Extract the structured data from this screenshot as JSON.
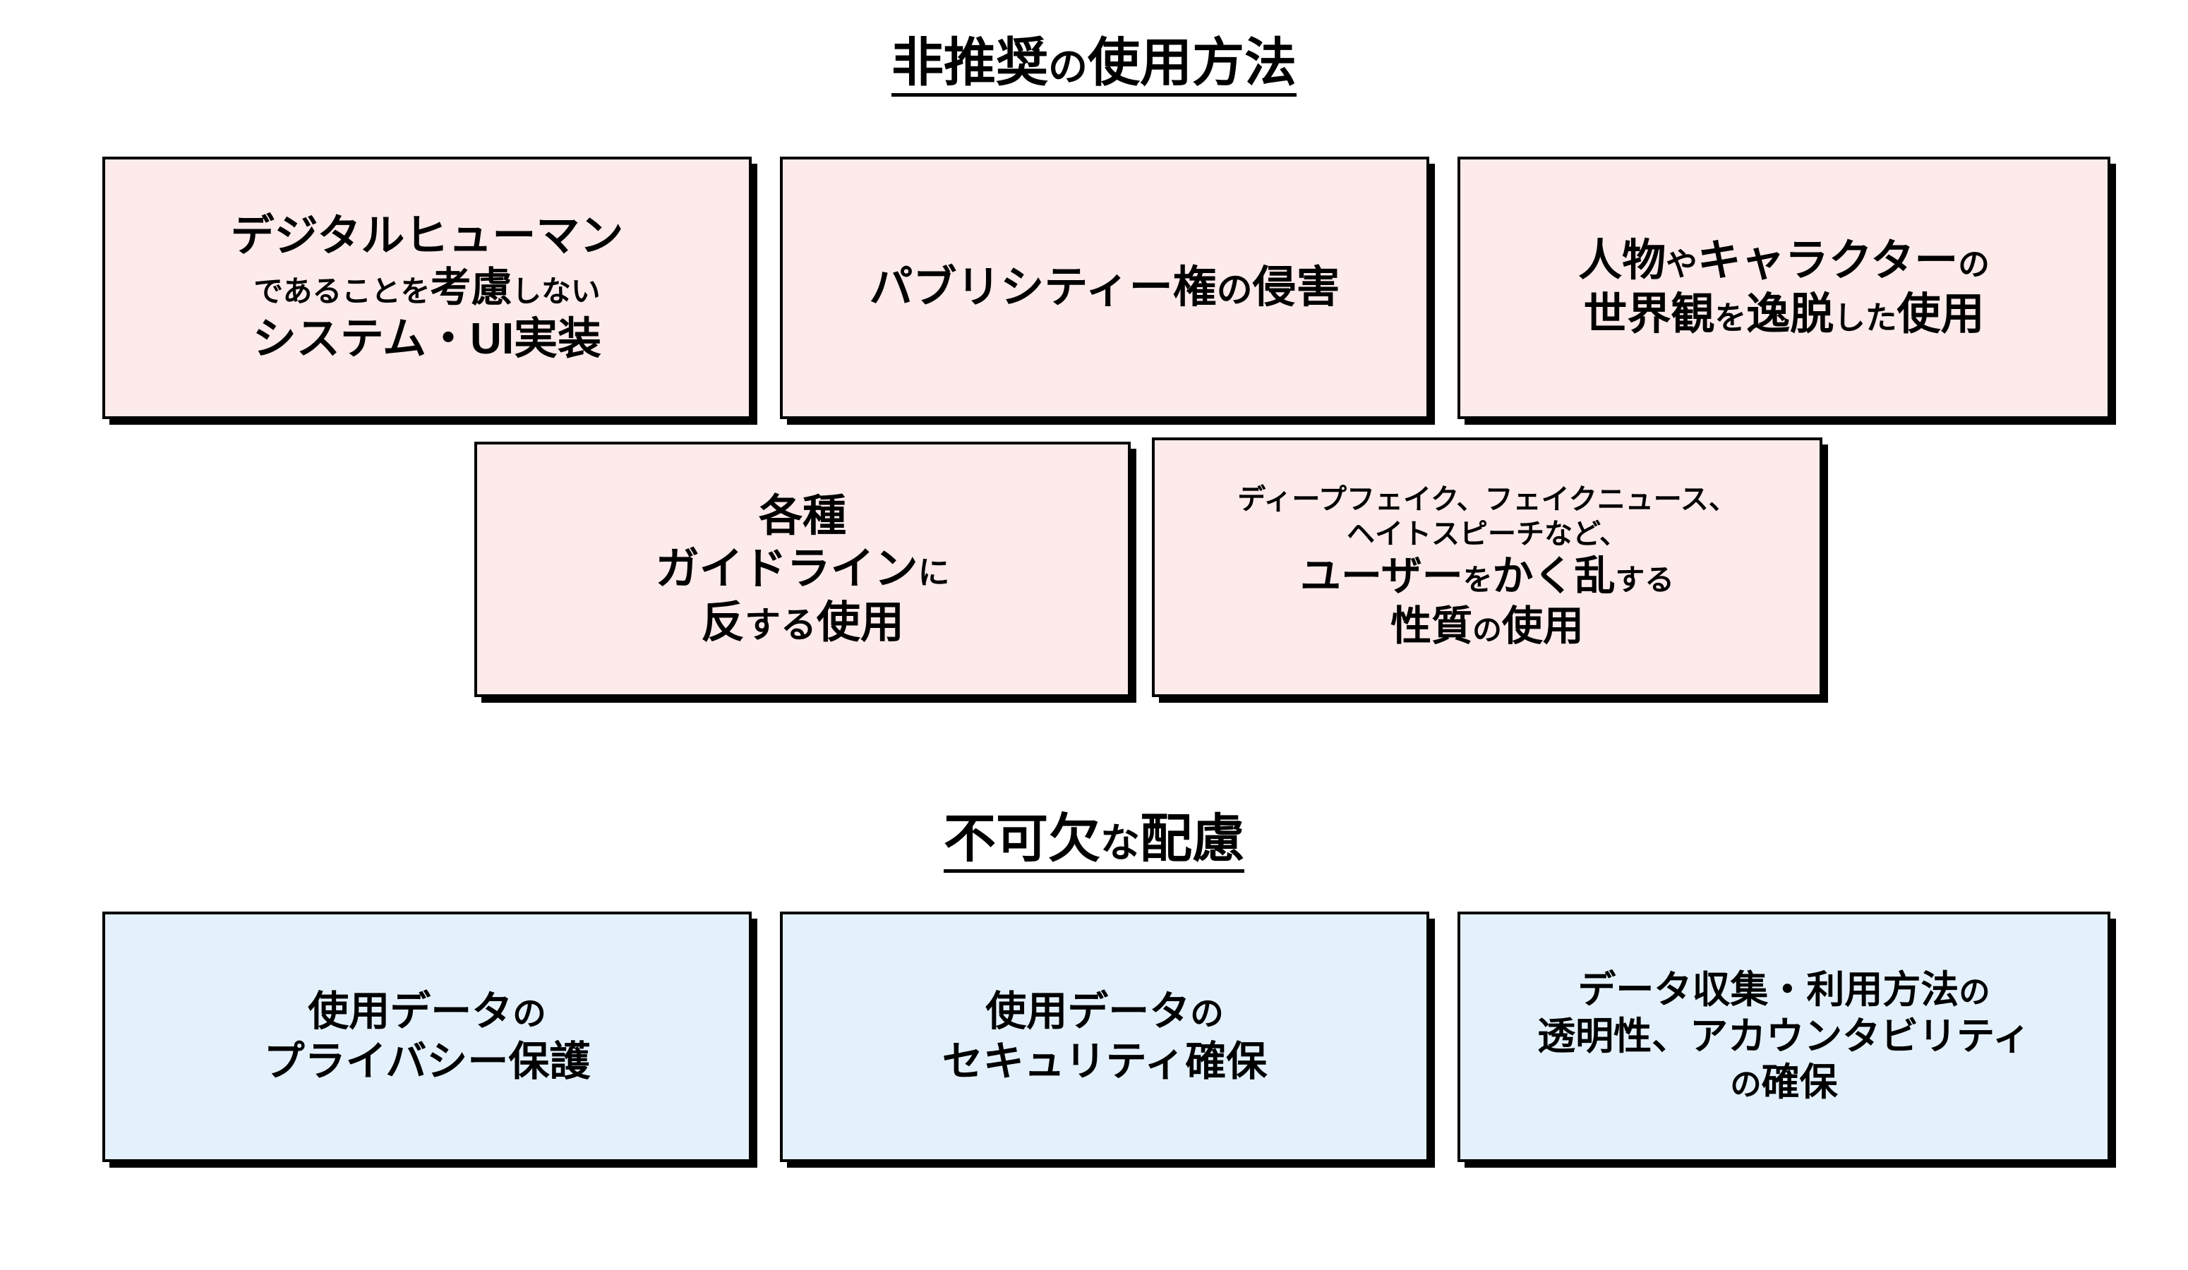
{
  "colors": {
    "pink_fill": "#fdeaea",
    "blue_fill": "#e4f1fc",
    "border": "#000000",
    "shadow": "#000000",
    "text": "#000000",
    "background": "#ffffff"
  },
  "sections": [
    {
      "id": "discouraged",
      "title_main": "非推奨",
      "title_particle": "の",
      "title_tail": "使用方法",
      "title_full": "非推奨の使用方法",
      "underlined": true,
      "box_style": "pink",
      "rows": [
        {
          "boxes": [
            {
              "name": "system-ui-implementation",
              "text": "デジタルヒューマンであることを考慮しないシステム・UI実装",
              "lines": [
                {
                  "segments": [
                    {
                      "t": "デジタルヒューマン",
                      "size": "normal"
                    }
                  ],
                  "size": "t-xl"
                },
                {
                  "segments": [
                    {
                      "t": "であることを",
                      "size": "small"
                    },
                    {
                      "t": "考慮",
                      "size": "normal"
                    },
                    {
                      "t": "しない",
                      "size": "small"
                    }
                  ],
                  "size": "t-lg"
                },
                {
                  "segments": [
                    {
                      "t": "システム・UI実装",
                      "size": "normal"
                    }
                  ],
                  "size": "t-xl"
                }
              ]
            },
            {
              "name": "publicity-rights-infringement",
              "text": "パブリシティー権の侵害",
              "lines": [
                {
                  "segments": [
                    {
                      "t": "パブリシティー権",
                      "size": "normal"
                    },
                    {
                      "t": "の",
                      "size": "small"
                    },
                    {
                      "t": "侵害",
                      "size": "normal"
                    }
                  ],
                  "size": "t-xl"
                }
              ]
            },
            {
              "name": "character-worldview-deviation",
              "text": "人物やキャラクターの世界観を逸脱した使用",
              "lines": [
                {
                  "segments": [
                    {
                      "t": "人物",
                      "size": "normal"
                    },
                    {
                      "t": "や",
                      "size": "small"
                    },
                    {
                      "t": "キャラクター",
                      "size": "normal"
                    },
                    {
                      "t": "の",
                      "size": "small"
                    }
                  ],
                  "size": "t-xl"
                },
                {
                  "segments": [
                    {
                      "t": "世界観",
                      "size": "normal"
                    },
                    {
                      "t": "を",
                      "size": "small"
                    },
                    {
                      "t": "逸脱",
                      "size": "normal"
                    },
                    {
                      "t": "した",
                      "size": "small"
                    },
                    {
                      "t": "使用",
                      "size": "normal"
                    }
                  ],
                  "size": "t-xl"
                }
              ]
            }
          ]
        },
        {
          "boxes": [
            {
              "name": "guideline-violation",
              "text": "各種ガイドラインに反する使用",
              "lines": [
                {
                  "segments": [
                    {
                      "t": "各種",
                      "size": "normal"
                    }
                  ],
                  "size": "t-xl"
                },
                {
                  "segments": [
                    {
                      "t": "ガイドライン",
                      "size": "normal"
                    },
                    {
                      "t": "に",
                      "size": "small"
                    }
                  ],
                  "size": "t-xl"
                },
                {
                  "segments": [
                    {
                      "t": "反",
                      "size": "normal"
                    },
                    {
                      "t": "する",
                      "size": "small"
                    },
                    {
                      "t": "使用",
                      "size": "normal"
                    }
                  ],
                  "size": "t-xl"
                }
              ]
            },
            {
              "name": "deepfake-user-disruption",
              "text": "ディープフェイク、フェイクニュース、ヘイトスピーチなど、ユーザーをかく乱する性質の使用",
              "lines": [
                {
                  "segments": [
                    {
                      "t": "ディープフェイク、フェイクニュース、",
                      "size": "normal"
                    }
                  ],
                  "size": "t-xs"
                },
                {
                  "segments": [
                    {
                      "t": "ヘイトスピーチなど、",
                      "size": "normal"
                    }
                  ],
                  "size": "t-xs"
                },
                {
                  "segments": [
                    {
                      "t": "ユーザー",
                      "size": "normal"
                    },
                    {
                      "t": "を",
                      "size": "small"
                    },
                    {
                      "t": "かく乱",
                      "size": "normal"
                    },
                    {
                      "t": "する",
                      "size": "small"
                    }
                  ],
                  "size": "t-lg"
                },
                {
                  "segments": [
                    {
                      "t": "性質",
                      "size": "normal"
                    },
                    {
                      "t": "の",
                      "size": "small"
                    },
                    {
                      "t": "使用",
                      "size": "normal"
                    }
                  ],
                  "size": "t-lg"
                }
              ]
            }
          ]
        }
      ]
    },
    {
      "id": "essential",
      "title_main": "不可欠",
      "title_particle": "な",
      "title_tail": "配慮",
      "title_full": "不可欠な配慮",
      "underlined": true,
      "box_style": "blue",
      "rows": [
        {
          "boxes": [
            {
              "name": "data-privacy-protection",
              "text": "使用データのプライバシー保護",
              "lines": [
                {
                  "segments": [
                    {
                      "t": "使用データ",
                      "size": "normal"
                    },
                    {
                      "t": "の",
                      "size": "small"
                    }
                  ],
                  "size": "t-lg"
                },
                {
                  "segments": [
                    {
                      "t": "プライバシー保護",
                      "size": "normal"
                    }
                  ],
                  "size": "t-lg"
                }
              ]
            },
            {
              "name": "data-security-assurance",
              "text": "使用データのセキュリティ確保",
              "lines": [
                {
                  "segments": [
                    {
                      "t": "使用データ",
                      "size": "normal"
                    },
                    {
                      "t": "の",
                      "size": "small"
                    }
                  ],
                  "size": "t-lg"
                },
                {
                  "segments": [
                    {
                      "t": "セキュリティ確保",
                      "size": "normal"
                    }
                  ],
                  "size": "t-lg"
                }
              ]
            },
            {
              "name": "transparency-accountability",
              "text": "データ収集・利用方法の透明性、アカウンタビリティの確保",
              "lines": [
                {
                  "segments": [
                    {
                      "t": "データ収集・利用方法",
                      "size": "normal"
                    },
                    {
                      "t": "の",
                      "size": "small"
                    }
                  ],
                  "size": "t-md"
                },
                {
                  "segments": [
                    {
                      "t": "透明性、アカウンタビリティ",
                      "size": "normal"
                    }
                  ],
                  "size": "t-md"
                },
                {
                  "segments": [
                    {
                      "t": "の",
                      "size": "small"
                    },
                    {
                      "t": "確保",
                      "size": "normal"
                    }
                  ],
                  "size": "t-md"
                }
              ]
            }
          ]
        }
      ]
    }
  ]
}
